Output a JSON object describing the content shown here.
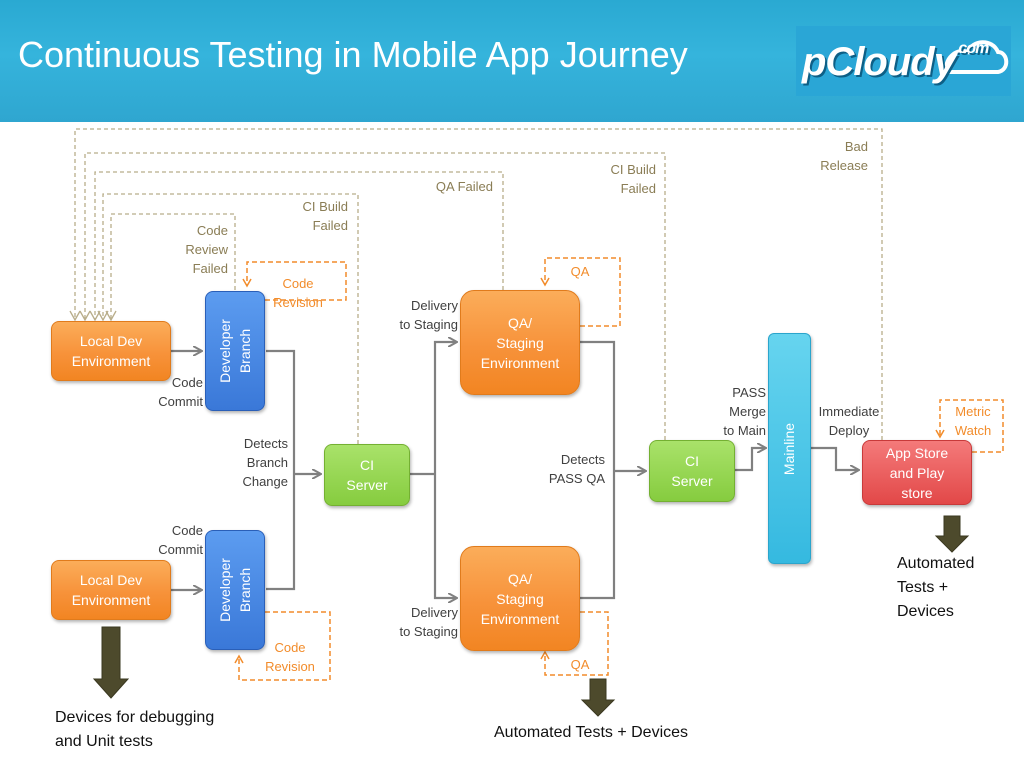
{
  "header": {
    "title": "Continuous Testing in Mobile App Journey",
    "logo_text": "pCloudy",
    "logo_domain": ".com"
  },
  "nodes": {
    "local_dev_1": "Local Dev\nEnvironment",
    "local_dev_2": "Local Dev\nEnvironment",
    "dev_branch_1": "Developer\nBranch",
    "dev_branch_2": "Developer\nBranch",
    "ci_server_1": "CI\nServer",
    "ci_server_2": "CI\nServer",
    "qa_staging_1": "QA/\nStaging\nEnvironment",
    "qa_staging_2": "QA/\nStaging\nEnvironment",
    "mainline": "Mainline",
    "app_store": "App Store\nand Play\nstore"
  },
  "labels": {
    "code_commit_1": "Code\nCommit",
    "code_commit_2": "Code\nCommit",
    "detects_branch_change": "Detects\nBranch\nChange",
    "delivery_to_staging_1": "Delivery\nto Staging",
    "delivery_to_staging_2": "Delivery\nto Staging",
    "detects_pass_qa": "Detects\nPASS QA",
    "pass_merge": "PASS\nMerge\nto Main",
    "immediate_deploy": "Immediate\nDeploy"
  },
  "feedback": {
    "code_review_failed": "Code\nReview\nFailed",
    "ci_build_failed_1": "CI Build\nFailed",
    "qa_failed": "QA Failed",
    "ci_build_failed_2": "CI Build\nFailed",
    "bad_release": "Bad\nRelease"
  },
  "loops": {
    "code_revision_1": "Code\nRevision",
    "code_revision_2": "Code\nRevision",
    "qa_1": "QA",
    "qa_2": "QA",
    "metric_watch": "Metric\nWatch"
  },
  "outputs": {
    "devices_debugging": "Devices for debugging\nand Unit tests",
    "automated_tests_devices": "Automated Tests + Devices",
    "automated_tests_right": "Automated\nTests +\nDevices"
  },
  "colors": {
    "header": "#2aa9d2",
    "orange_node": "#f7923a",
    "blue_node": "#3a78d8",
    "green_node": "#86cc3f",
    "cyan_node": "#35b9e0",
    "red_node": "#e24848",
    "feedback_dash": "#b8ad8a",
    "loop_dash": "#f28c2b",
    "arrow": "#808080",
    "output_arrow": "#4d4a2c"
  }
}
